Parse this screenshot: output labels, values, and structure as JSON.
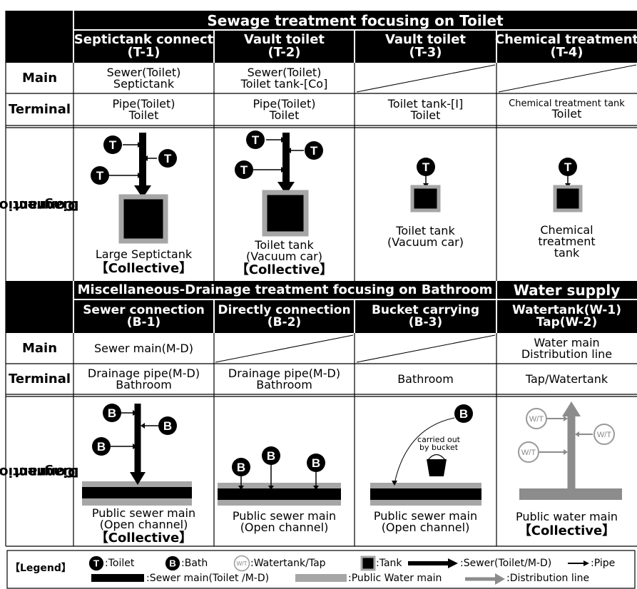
{
  "top_header": {
    "title": "Sewage treatment focusing on Toilet",
    "columns": [
      {
        "name": "Septictank connect",
        "code": "(T-1)"
      },
      {
        "name": "Vault toilet",
        "code": "(T-2)"
      },
      {
        "name": "Vault toilet",
        "code": "(T-3)"
      },
      {
        "name": "Chemical treatment",
        "code": "(T-4)"
      }
    ]
  },
  "row_labels": {
    "main": "Main",
    "terminal": "Terminal",
    "diagram_line1": "Connection",
    "diagram_line2": "Diagram"
  },
  "top_main": [
    {
      "l1": "Sewer(Toilet)",
      "l2": "Septictank"
    },
    {
      "l1": "Sewer(Toilet)",
      "l2": "Toilet tank-[Co]"
    }
  ],
  "top_terminal": [
    {
      "l1": "Pipe(Toilet)",
      "l2": "Toilet"
    },
    {
      "l1": "Pipe(Toilet)",
      "l2": "Toilet"
    },
    {
      "l1": "Toilet tank-[I]",
      "l2": "Toilet"
    },
    {
      "l1": "Chemical treatment tank",
      "l2": "Toilet"
    }
  ],
  "top_diagrams": [
    {
      "l1": "Large Septictank",
      "l2": "【Collective】"
    },
    {
      "l1": "Toilet tank",
      "l2": "(Vacuum car)",
      "l3": "【Collective】"
    },
    {
      "l1": "Toilet tank",
      "l2": "(Vacuum car)"
    },
    {
      "l1": "Chemical",
      "l2": "treatment",
      "l3": "tank"
    }
  ],
  "bottom_header": {
    "title_left": "Miscellaneous-Drainage treatment  focusing on Bathroom",
    "title_right": "Water supply",
    "columns": [
      {
        "name": "Sewer connection",
        "code": "(B-1)"
      },
      {
        "name": "Directly connection",
        "code": "(B-2)"
      },
      {
        "name": "Bucket carrying",
        "code": "(B-3)"
      },
      {
        "name": "Watertank(W-1)",
        "code": "Tap(W-2)"
      }
    ]
  },
  "bottom_main": [
    {
      "l1": "Sewer main(M-D)"
    },
    {
      "l1": "Water main",
      "l2": "Distribution line"
    }
  ],
  "bottom_terminal": [
    {
      "l1": "Drainage pipe(M-D)",
      "l2": "Bathroom"
    },
    {
      "l1": "Drainage pipe(M-D)",
      "l2": "Bathroom"
    },
    {
      "l1": "Bathroom"
    },
    {
      "l1": "Tap/Watertank"
    }
  ],
  "bottom_diagrams": [
    {
      "l1": "Public sewer main",
      "l2": "(Open channel)",
      "l3": "【Collective】"
    },
    {
      "l1": "Public sewer main",
      "l2": "(Open channel)"
    },
    {
      "l1": "Public sewer main",
      "l2": "(Open channel)",
      "note1": "carried out",
      "note2": "by bucket"
    },
    {
      "l1": "Public water main",
      "l2": "【Collective】"
    }
  ],
  "symbols": {
    "toilet": "T",
    "bath": "B",
    "watertank": "W/T"
  },
  "legend": {
    "title": "【Legend】",
    "toilet": ":Toilet",
    "bath": ":Bath",
    "watertank": ":Watertank/Tap",
    "tank": ":Tank",
    "sewer": ":Sewer(Toilet/M-D)",
    "pipe": ":Pipe",
    "sewer_main": ":Sewer main(Toilet /M-D)",
    "water_main": ":Public Water main",
    "distribution": ":Distribution line"
  },
  "colors": {
    "black": "#000000",
    "gray_frame": "#a6a6a6",
    "gray_pipe": "#8c8c8c",
    "white": "#ffffff"
  }
}
